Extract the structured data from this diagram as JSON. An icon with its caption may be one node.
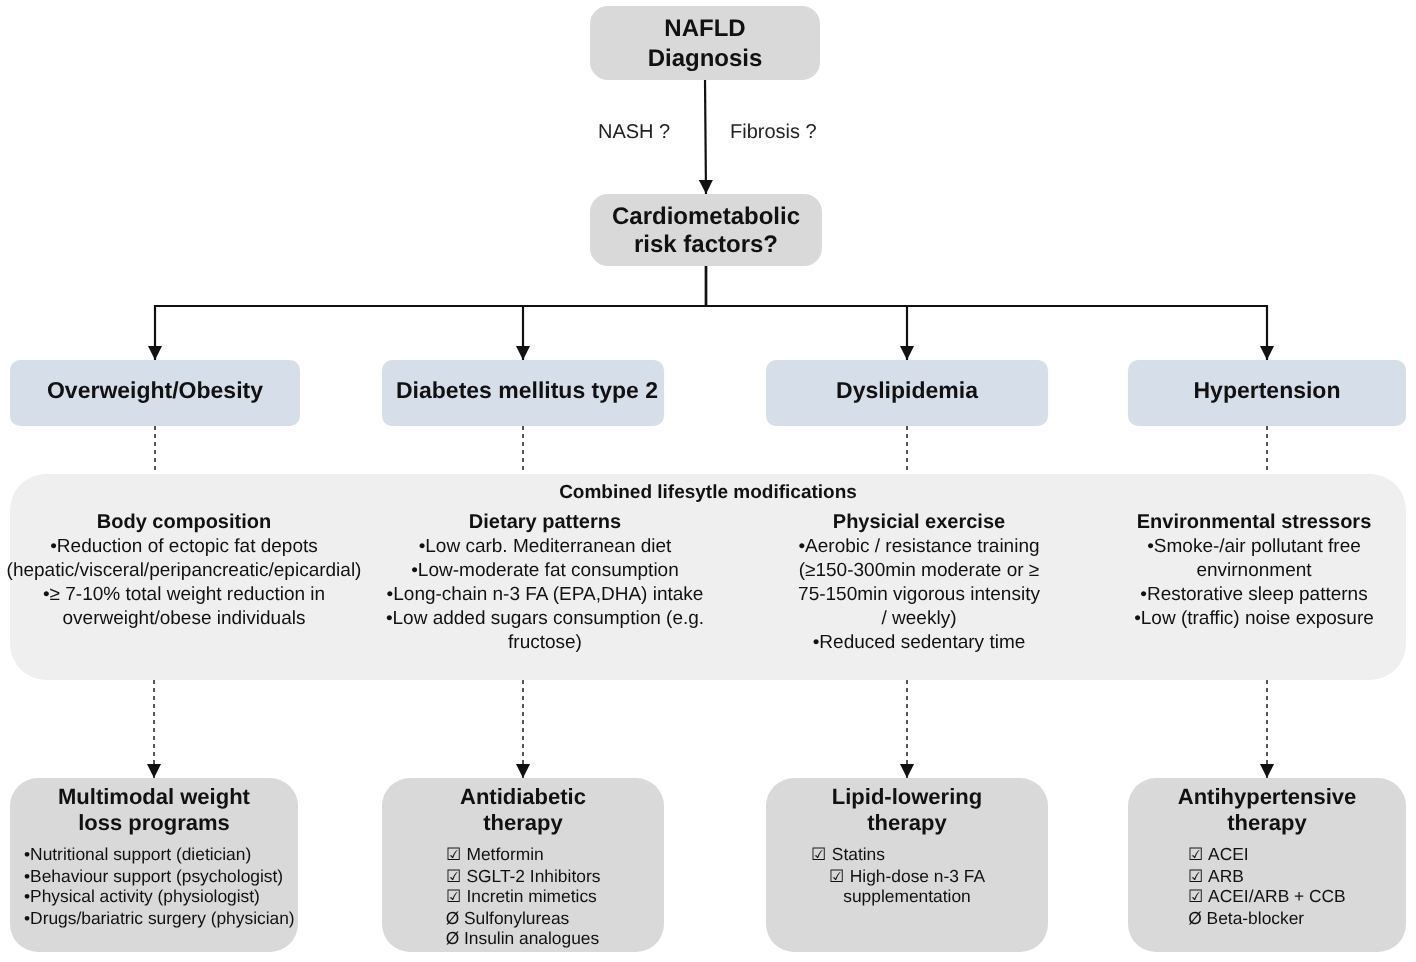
{
  "diagram": {
    "nodes": [
      {
        "text": [
          "NAFLD Diagnosis"
        ]
      },
      {
        "text": [
          "Cardiometabolic risk factors?"
        ]
      },
      {
        "text": [
          "Overweight/Obesity"
        ]
      },
      {
        "text": [
          "Diabetes mellitus type 2"
        ]
      },
      {
        "text": [
          "Dyslipidemia"
        ]
      },
      {
        "text": [
          "Hypertension"
        ]
      },
      {
        "text": [
          "Combined lifesytle modifications",
          "Body composition",
          "•Reduction of ectopic fat depots (hepatic/visceral/peripancreatic/epicardial)",
          "•≥ 7-10%  total weight reduction in overweight/obese individuals",
          "Dietary patterns",
          "•Low carb. Mediterranean diet",
          "•Low-moderate fat consumption",
          "•Long-chain n-3 FA (EPA,DHA) intake",
          "•Low added sugars consumption (e.g. fructose)",
          "Physicial exercise",
          "•Aerobic / resistance training (≥150-300min moderate or ≥ 75-150min vigorous intensity / weekly)",
          "•Reduced sedentary time",
          "Environmental stressors",
          "•Smoke-/air pollutant free envirnonment",
          "•Restorative sleep patterns",
          "•Low (traffic) noise exposure"
        ]
      },
      {
        "text": [
          "Multimodal weight loss programs",
          "•Nutritional support (dietician)",
          "•Behaviour support (psychologist)",
          "•Physical activity (physiologist)",
          "•Drugs/bariatric surgery (physician)"
        ]
      },
      {
        "text": [
          "Antidiabetic therapy",
          "☑ Metformin",
          "☑ SGLT-2 Inhibitors",
          "☑ Incretin mimetics",
          "Ø Sulfonylureas",
          "Ø Insulin analogues"
        ]
      },
      {
        "text": [
          "Lipid-lowering therapy",
          "☑ Statins",
          "☑ High-dose n-3 FA supplementation"
        ]
      },
      {
        "text": [
          "Antihypertensive therapy",
          "☑ ACEI",
          "☑ ARB",
          "☑ ACEI/ARB + CCB",
          "Ø Beta-blocker"
        ]
      }
    ],
    "edges": [
      {
        "from": 0,
        "to": 1,
        "arrow": "to"
      },
      {
        "from": 1,
        "to": 2,
        "arrow": "to"
      },
      {
        "from": 1,
        "to": 3,
        "arrow": "to"
      },
      {
        "from": 1,
        "to": 4,
        "arrow": "to"
      },
      {
        "from": 1,
        "to": 5,
        "arrow": "to"
      },
      {
        "from": 2,
        "to": 6,
        "arrow": "none",
        "style": "dashed"
      },
      {
        "from": 3,
        "to": 6,
        "arrow": "none",
        "style": "dashed"
      },
      {
        "from": 4,
        "to": 6,
        "arrow": "none",
        "style": "dashed"
      },
      {
        "from": 5,
        "to": 6,
        "arrow": "none",
        "style": "dashed"
      },
      {
        "from": 6,
        "to": 7,
        "arrow": "to",
        "style": "dashed"
      },
      {
        "from": 6,
        "to": 8,
        "arrow": "to",
        "style": "dashed"
      },
      {
        "from": 6,
        "to": 9,
        "arrow": "to",
        "style": "dashed"
      },
      {
        "from": 6,
        "to": 10,
        "arrow": "to",
        "style": "dashed"
      }
    ],
    "labels": [
      "NASH ?",
      "Fibrosis ?"
    ]
  }
}
